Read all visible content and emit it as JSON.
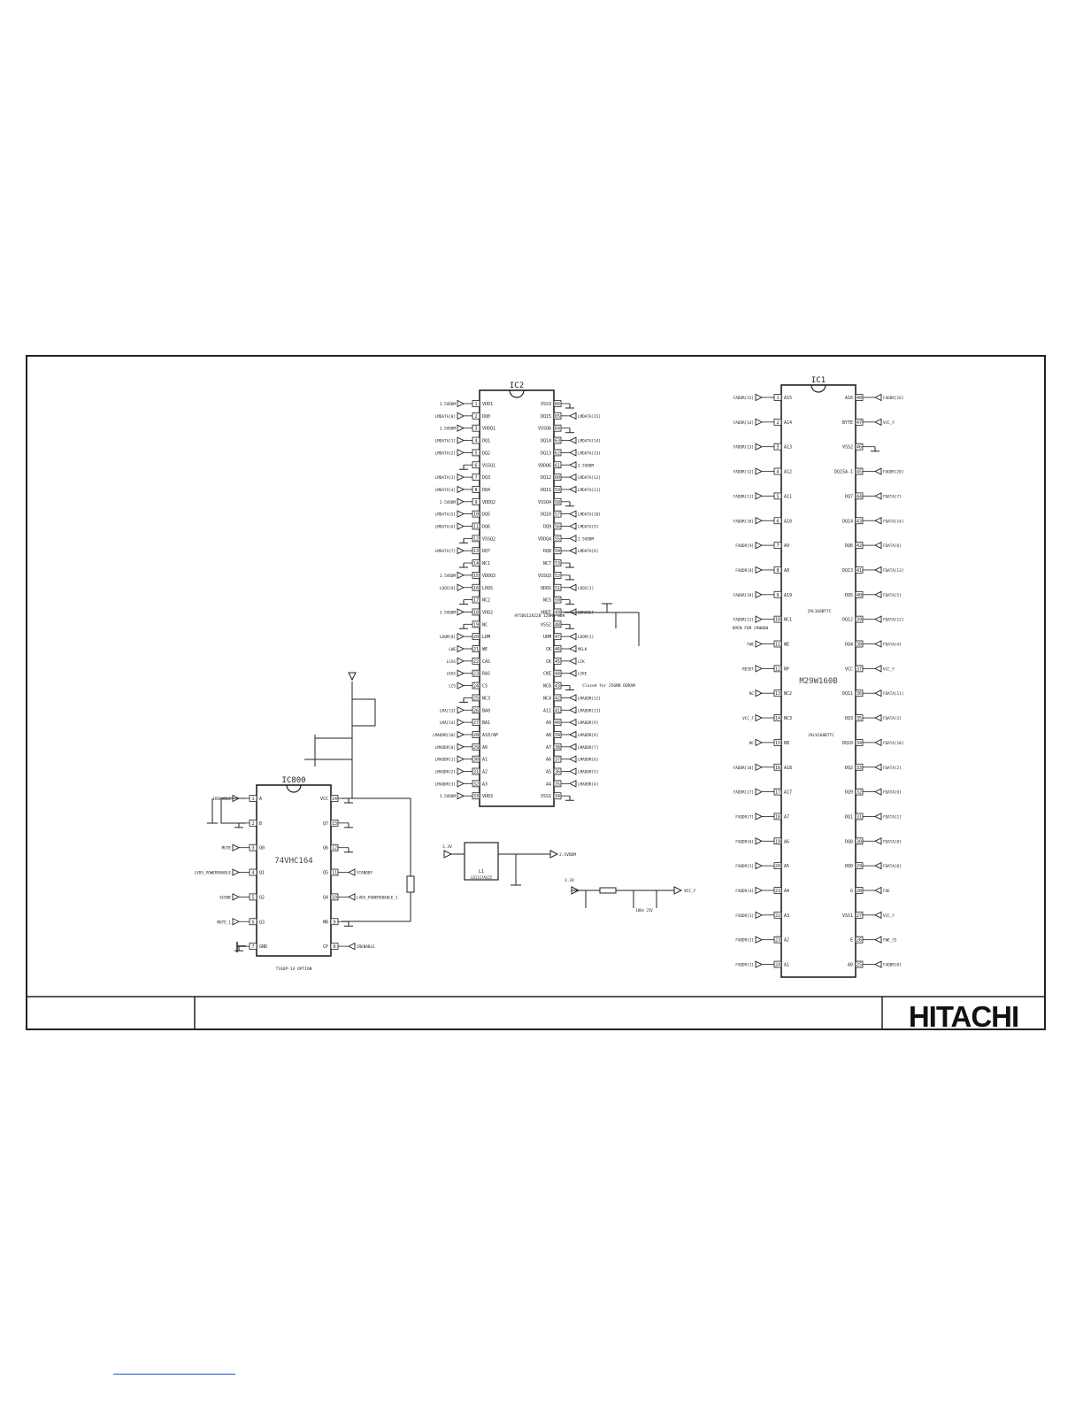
{
  "ic2": {
    "ref": "IC2",
    "part": "HY5DU12822",
    "left_pins": [
      {
        "n": "1",
        "name": "VDD1",
        "net": "2.5VDDM"
      },
      {
        "n": "2",
        "name": "DQ0",
        "net": "LMDATA[0]"
      },
      {
        "n": "3",
        "name": "VDDQ1",
        "net": "2.5VDDM"
      },
      {
        "n": "4",
        "name": "DQ1",
        "net": "LMDATA[1]"
      },
      {
        "n": "5",
        "name": "DQ2",
        "net": "LMDATA[2]"
      },
      {
        "n": "6",
        "name": "VSSQ1",
        "net": ""
      },
      {
        "n": "7",
        "name": "DQ3",
        "net": "LMDATA[3]"
      },
      {
        "n": "8",
        "name": "DQ4",
        "net": "LMDATA[4]"
      },
      {
        "n": "9",
        "name": "VDDQ2",
        "net": "2.5VDDM"
      },
      {
        "n": "10",
        "name": "DQ5",
        "net": "LMDATA[5]"
      },
      {
        "n": "11",
        "name": "DQ6",
        "net": "LMDATA[6]"
      },
      {
        "n": "12",
        "name": "VSSQ2",
        "net": ""
      },
      {
        "n": "13",
        "name": "DQ7",
        "net": "LMDATA[7]"
      },
      {
        "n": "14",
        "name": "NC1",
        "net": ""
      },
      {
        "n": "15",
        "name": "VDDQ3",
        "net": "2.5VDDM"
      },
      {
        "n": "16",
        "name": "LDQS",
        "net": "LDQS[0]"
      },
      {
        "n": "17",
        "name": "NC2",
        "net": ""
      },
      {
        "n": "18",
        "name": "VDD2",
        "net": "2.5VDDM"
      },
      {
        "n": "19",
        "name": "NC",
        "net": ""
      },
      {
        "n": "20",
        "name": "LDM",
        "net": "LDQM[0]"
      },
      {
        "n": "21",
        "name": "WE",
        "net": "LWE"
      },
      {
        "n": "22",
        "name": "CAS",
        "net": "LCAS"
      },
      {
        "n": "23",
        "name": "RAS",
        "net": "LRAS"
      },
      {
        "n": "24",
        "name": "CS",
        "net": "LCS"
      },
      {
        "n": "25",
        "name": "NC3",
        "net": ""
      },
      {
        "n": "26",
        "name": "BA0",
        "net": "LMA[13]"
      },
      {
        "n": "27",
        "name": "BA1",
        "net": "LMA[14]"
      },
      {
        "n": "28",
        "name": "A10/AP",
        "net": "LMADDR[10]"
      },
      {
        "n": "29",
        "name": "A0",
        "net": "LMADDR[0]"
      },
      {
        "n": "30",
        "name": "A1",
        "net": "LMADDR[1]"
      },
      {
        "n": "31",
        "name": "A2",
        "net": "LMADDR[2]"
      },
      {
        "n": "32",
        "name": "A3",
        "net": "LMADDR[3]"
      },
      {
        "n": "33",
        "name": "VDD3",
        "net": "2.5VDDM"
      }
    ],
    "right_pins": [
      {
        "n": "66",
        "name": "VSS3",
        "net": ""
      },
      {
        "n": "65",
        "name": "DQ15",
        "net": "LMDATA[15]"
      },
      {
        "n": "64",
        "name": "VSSQ6",
        "net": ""
      },
      {
        "n": "63",
        "name": "DQ14",
        "net": "LMDATA[14]"
      },
      {
        "n": "62",
        "name": "DQ13",
        "net": "LMDATA[13]"
      },
      {
        "n": "61",
        "name": "VDDQ6",
        "net": "2.5VDDM"
      },
      {
        "n": "60",
        "name": "DQ12",
        "net": "LMDATA[12]"
      },
      {
        "n": "59",
        "name": "DQ11",
        "net": "LMDATA[11]"
      },
      {
        "n": "58",
        "name": "VSSQ4",
        "net": ""
      },
      {
        "n": "57",
        "name": "DQ10",
        "net": "LMDATA[10]"
      },
      {
        "n": "56",
        "name": "DQ9",
        "net": "LMDATA[9]"
      },
      {
        "n": "55",
        "name": "VDDQ4",
        "net": "2.5VDDM"
      },
      {
        "n": "54",
        "name": "DQ8",
        "net": "LMDATA[8]"
      },
      {
        "n": "53",
        "name": "NC7",
        "net": ""
      },
      {
        "n": "52",
        "name": "VSSQ3",
        "net": ""
      },
      {
        "n": "51",
        "name": "UDQS",
        "net": "LDQS[1]"
      },
      {
        "n": "50",
        "name": "NC5",
        "net": ""
      },
      {
        "n": "49",
        "name": "VREF",
        "net": "DDRVREF"
      },
      {
        "n": "48",
        "name": "VSS2",
        "net": ""
      },
      {
        "n": "47",
        "name": "UDM",
        "net": "LDQM[1]"
      },
      {
        "n": "46",
        "name": "CK",
        "net": "MCLK"
      },
      {
        "n": "45",
        "name": "CK",
        "net": "LCK"
      },
      {
        "n": "44",
        "name": "CKE",
        "net": "LCKE"
      },
      {
        "n": "43",
        "name": "NC6",
        "net": ""
      },
      {
        "n": "42",
        "name": "NC4",
        "net": "LMADDR[12]"
      },
      {
        "n": "41",
        "name": "A11",
        "net": "LMADDR[11]"
      },
      {
        "n": "40",
        "name": "A9",
        "net": "LMADDR[9]"
      },
      {
        "n": "39",
        "name": "A8",
        "net": "LMADDR[8]"
      },
      {
        "n": "38",
        "name": "A7",
        "net": "LMADDR[7]"
      },
      {
        "n": "37",
        "name": "A6",
        "net": "LMADDR[6]"
      },
      {
        "n": "36",
        "name": "A5",
        "net": "LMADDR[5]"
      },
      {
        "n": "35",
        "name": "A4",
        "net": "LMADDR[4]"
      },
      {
        "n": "34",
        "name": "VSS1",
        "net": ""
      }
    ],
    "note1": "HY5DU12822B 128Mb DDR",
    "note2": "Closed for 256MB DDRAM"
  },
  "ic1": {
    "ref": "IC1",
    "part": "M29W160B",
    "note_a": "OPEN FOR 29W800",
    "note_b": "29L160BTTC",
    "note_c": "29LV160BTTC",
    "left_pins": [
      {
        "n": "1",
        "name": "A15",
        "net": "FADDR[15]"
      },
      {
        "n": "2",
        "name": "A14",
        "net": "FADDR[14]"
      },
      {
        "n": "3",
        "name": "A13",
        "net": "FADDR[13]"
      },
      {
        "n": "4",
        "name": "A12",
        "net": "FADDR[12]"
      },
      {
        "n": "5",
        "name": "A11",
        "net": "FADDR[11]"
      },
      {
        "n": "6",
        "name": "A10",
        "net": "FADDR[10]"
      },
      {
        "n": "7",
        "name": "A9",
        "net": "FADDR[9]"
      },
      {
        "n": "8",
        "name": "A8",
        "net": "FADDR[8]"
      },
      {
        "n": "9",
        "name": "A19",
        "net": "FADDR[19]"
      },
      {
        "n": "10",
        "name": "NC1",
        "net": "FADDR[21]"
      },
      {
        "n": "11",
        "name": "WE",
        "net": "FWE"
      },
      {
        "n": "12",
        "name": "RP",
        "net": "RESET"
      },
      {
        "n": "13",
        "name": "NC2",
        "net": "NC"
      },
      {
        "n": "14",
        "name": "NC3",
        "net": "VCC_F"
      },
      {
        "n": "15",
        "name": "RB",
        "net": "NC"
      },
      {
        "n": "16",
        "name": "A18",
        "net": "FADDR[18]"
      },
      {
        "n": "17",
        "name": "A17",
        "net": "FADDR[17]"
      },
      {
        "n": "18",
        "name": "A7",
        "net": "FADDR[7]"
      },
      {
        "n": "19",
        "name": "A6",
        "net": "FADDR[6]"
      },
      {
        "n": "20",
        "name": "A5",
        "net": "FADDR[5]"
      },
      {
        "n": "21",
        "name": "A4",
        "net": "FADDR[4]"
      },
      {
        "n": "22",
        "name": "A3",
        "net": "FADDR[3]"
      },
      {
        "n": "23",
        "name": "A2",
        "net": "FADDR[2]"
      },
      {
        "n": "24",
        "name": "A1",
        "net": "FADDR[1]"
      }
    ],
    "right_pins": [
      {
        "n": "48",
        "name": "A16",
        "net": "FADDR[16]"
      },
      {
        "n": "47",
        "name": "BYTE",
        "net": "VCC_F"
      },
      {
        "n": "46",
        "name": "VSS2",
        "net": ""
      },
      {
        "n": "45",
        "name": "DQ15A-1",
        "net": "FADDR[20]"
      },
      {
        "n": "44",
        "name": "DQ7",
        "net": "FDATA[7]"
      },
      {
        "n": "43",
        "name": "DQ14",
        "net": "FDATA[14]"
      },
      {
        "n": "42",
        "name": "DQ6",
        "net": "FDATA[6]"
      },
      {
        "n": "41",
        "name": "DQ13",
        "net": "FDATA[13]"
      },
      {
        "n": "40",
        "name": "DQ5",
        "net": "FDATA[5]"
      },
      {
        "n": "39",
        "name": "DQ12",
        "net": "FDATA[12]"
      },
      {
        "n": "38",
        "name": "DQ4",
        "net": "FDATA[4]"
      },
      {
        "n": "37",
        "name": "VCC",
        "net": "VCC_F"
      },
      {
        "n": "36",
        "name": "DQ11",
        "net": "FDATA[11]"
      },
      {
        "n": "35",
        "name": "DQ3",
        "net": "FDATA[3]"
      },
      {
        "n": "34",
        "name": "DQ10",
        "net": "FDATA[10]"
      },
      {
        "n": "33",
        "name": "DQ2",
        "net": "FDATA[2]"
      },
      {
        "n": "32",
        "name": "DQ9",
        "net": "FDATA[9]"
      },
      {
        "n": "31",
        "name": "DQ1",
        "net": "FDATA[1]"
      },
      {
        "n": "30",
        "name": "DQ8",
        "net": "FDATA[8]"
      },
      {
        "n": "29",
        "name": "DQ0",
        "net": "FDATA[0]"
      },
      {
        "n": "28",
        "name": "G",
        "net": "FOE"
      },
      {
        "n": "27",
        "name": "VSS1",
        "net": "VCC_F"
      },
      {
        "n": "26",
        "name": "E",
        "net": "FWE_CS"
      },
      {
        "n": "25",
        "name": "A0",
        "net": "FADDR[0]"
      }
    ]
  },
  "ic800": {
    "ref": "IC800",
    "part": "74VHC164",
    "note": "TSSOP-14 OPTION",
    "left_pins": [
      {
        "n": "1",
        "name": "A",
        "net": "IRENABLE"
      },
      {
        "n": "2",
        "name": "B",
        "net": ""
      },
      {
        "n": "3",
        "name": "Q0",
        "net": "MUTE"
      },
      {
        "n": "4",
        "name": "Q1",
        "net": "LVDS_POWERENABLE"
      },
      {
        "n": "5",
        "name": "Q2",
        "net": "SCENE"
      },
      {
        "n": "6",
        "name": "Q3",
        "net": "MUTE_1"
      },
      {
        "n": "7",
        "name": "GND",
        "net": ""
      }
    ],
    "right_pins": [
      {
        "n": "14",
        "name": "VCC",
        "net": ""
      },
      {
        "n": "13",
        "name": "Q7",
        "net": ""
      },
      {
        "n": "12",
        "name": "Q6",
        "net": ""
      },
      {
        "n": "11",
        "name": "Q5",
        "net": "STANDBY"
      },
      {
        "n": "10",
        "name": "Q4",
        "net": "LVDS_POWERENABLE_1"
      },
      {
        "n": "9",
        "name": "MR",
        "net": ""
      },
      {
        "n": "8",
        "name": "CP",
        "net": "IRENABLE"
      }
    ]
  },
  "labels": {
    "supply_25": "2.5VDDM",
    "supply_33": "3.3V",
    "supply_vcc_f": "VCC_F",
    "reg_in": "3.3V",
    "reg_out": "2.5VDDM",
    "reg_ref": "L1",
    "reg_part": "LD1117AS25",
    "vcc_f_src": "3.3V",
    "cap_values": "100n 25V"
  },
  "title_block": {
    "brand": "HITACHI",
    "sheet_title": "",
    "drawing_no": ""
  }
}
